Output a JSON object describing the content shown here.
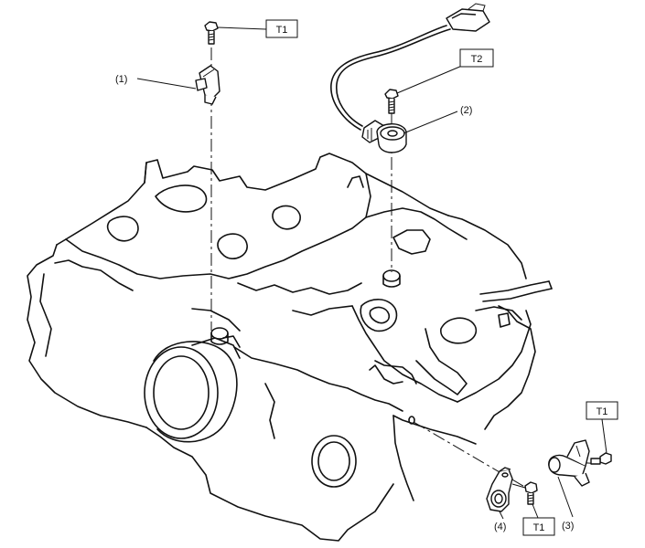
{
  "callouts": {
    "c1": "(1)",
    "c2": "(2)",
    "c3": "(3)",
    "c4": "(4)"
  },
  "torque_boxes": {
    "t1_top": "T1",
    "t2": "T2",
    "t1_right": "T1",
    "t1_bottom": "T1"
  }
}
